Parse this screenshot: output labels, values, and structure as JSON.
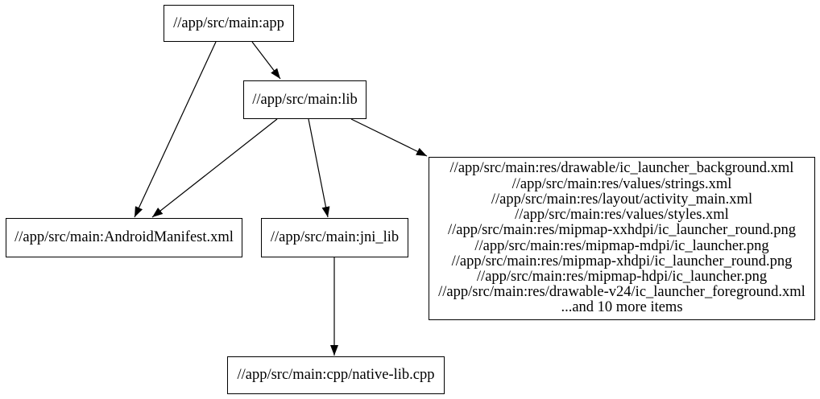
{
  "graph": {
    "type": "dependency-graph",
    "colors": {
      "background": "#ffffff",
      "node_border": "#000000",
      "node_fill": "#ffffff",
      "edge": "#000000",
      "text": "#000000"
    },
    "nodes": {
      "app": {
        "label": "//app/src/main:app"
      },
      "lib": {
        "label": "//app/src/main:lib"
      },
      "android_manifest": {
        "label": "//app/src/main:AndroidManifest.xml"
      },
      "jni_lib": {
        "label": "//app/src/main:jni_lib"
      },
      "native_lib_cpp": {
        "label": "//app/src/main:cpp/native-lib.cpp"
      },
      "res_files": {
        "lines": [
          "//app/src/main:res/drawable/ic_launcher_background.xml",
          "//app/src/main:res/values/strings.xml",
          "//app/src/main:res/layout/activity_main.xml",
          "//app/src/main:res/values/styles.xml",
          "//app/src/main:res/mipmap-xxhdpi/ic_launcher_round.png",
          "//app/src/main:res/mipmap-mdpi/ic_launcher.png",
          "//app/src/main:res/mipmap-xhdpi/ic_launcher_round.png",
          "//app/src/main:res/mipmap-hdpi/ic_launcher.png",
          "//app/src/main:res/drawable-v24/ic_launcher_foreground.xml",
          "...and 10 more items"
        ]
      }
    },
    "edges": [
      {
        "from": "app",
        "to": "android_manifest"
      },
      {
        "from": "app",
        "to": "lib"
      },
      {
        "from": "lib",
        "to": "android_manifest"
      },
      {
        "from": "lib",
        "to": "jni_lib"
      },
      {
        "from": "lib",
        "to": "res_files"
      },
      {
        "from": "jni_lib",
        "to": "native_lib_cpp"
      }
    ]
  }
}
